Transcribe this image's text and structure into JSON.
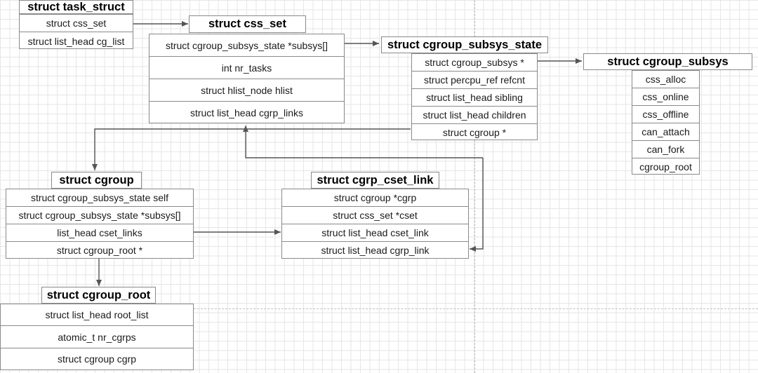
{
  "structs": {
    "task_struct": {
      "title": "struct task_struct",
      "fields": [
        "struct css_set",
        "struct list_head cg_list"
      ]
    },
    "css_set": {
      "title": "struct css_set",
      "fields": [
        "struct cgroup_subsys_state *subsys[]",
        "int nr_tasks",
        "struct hlist_node hlist",
        "struct list_head cgrp_links"
      ]
    },
    "cgroup_subsys_state": {
      "title": "struct cgroup_subsys_state",
      "fields": [
        "struct cgroup_subsys *",
        "struct percpu_ref refcnt",
        "struct list_head sibling",
        "struct list_head children",
        "struct cgroup *"
      ]
    },
    "cgroup_subsys": {
      "title": "struct cgroup_subsys",
      "fields": [
        "css_alloc",
        "css_online",
        "css_offline",
        "can_attach",
        "can_fork",
        "cgroup_root"
      ]
    },
    "cgroup": {
      "title": "struct cgroup",
      "fields": [
        "struct cgroup_subsys_state self",
        "struct cgroup_subsys_state *subsys[]",
        "list_head cset_links",
        "struct cgroup_root *"
      ]
    },
    "cgrp_cset_link": {
      "title": "struct cgrp_cset_link",
      "fields": [
        "struct cgroup *cgrp",
        "struct css_set *cset",
        "struct list_head cset_link",
        "struct list_head cgrp_link"
      ]
    },
    "cgroup_root": {
      "title": "struct cgroup_root",
      "fields": [
        "struct list_head root_list",
        "atomic_t nr_cgrps",
        "struct cgroup cgrp"
      ]
    }
  },
  "colors": {
    "border": "#8a8a8a",
    "arrow": "#555555",
    "grid": "#e6e6e6",
    "guide": "#bfbfbf"
  }
}
